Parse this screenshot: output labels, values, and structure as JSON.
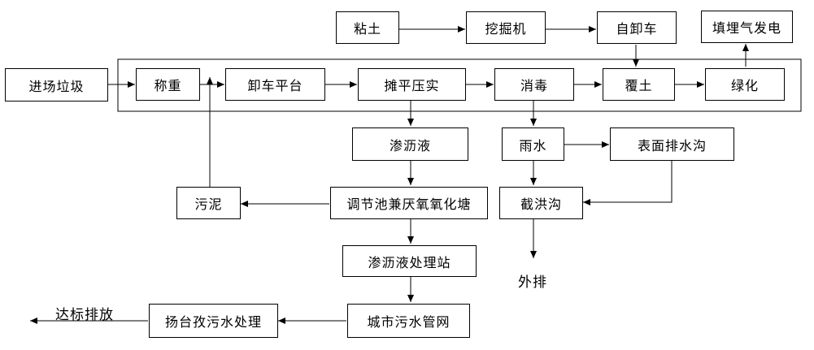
{
  "nodes": {
    "clay": "粘土",
    "excavator": "挖掘机",
    "dump_truck": "自卸车",
    "landfill_gas_power": "填埋气发电",
    "incoming_waste": "进场垃圾",
    "weighing": "称重",
    "unloading_platform": "卸车平台",
    "spread_compact": "摊平压实",
    "disinfection": "消毒",
    "soil_cover": "覆土",
    "greening": "绿化",
    "leachate": "渗沥液",
    "rainwater": "雨水",
    "surface_drain": "表面排水沟",
    "sludge": "污泥",
    "regulating_pond": "调节池兼厌氧氧化塘",
    "intercepting_ditch": "截洪沟",
    "leachate_station": "渗沥液处理站",
    "municipal_sewer": "城市污水管网",
    "sewage_plant": "扬台孜污水处理",
    "discharge_out": "外排",
    "compliant_discharge": "达标排放"
  }
}
